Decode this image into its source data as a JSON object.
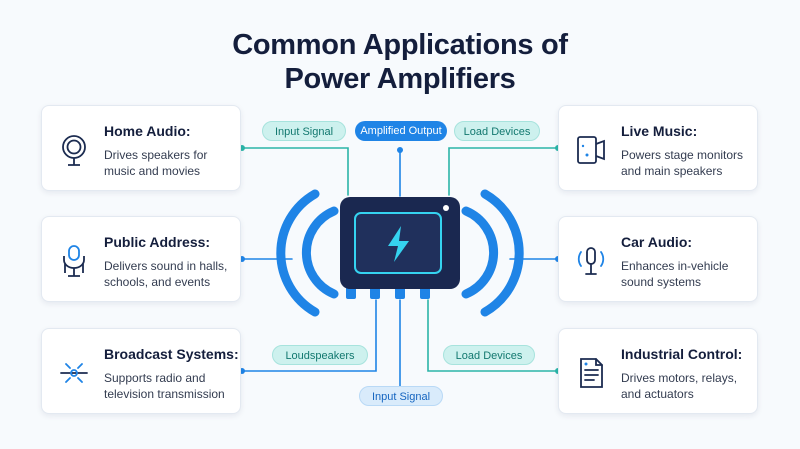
{
  "title": {
    "line1": "Common Applications of",
    "line2": "Power Amplifiers"
  },
  "colors": {
    "accent_blue": "#1f84e6",
    "teal": "#2bb5a8",
    "navy": "#141e3c",
    "bolt": "#35d3f0"
  },
  "center": {
    "icon": "amplifier-lightning-icon"
  },
  "labels": {
    "input_signal_top": "Input Signal",
    "amplified_output": "Amplified Output",
    "load_devices_top": "Load Devices",
    "loudspeakers": "Loudspeakers",
    "load_devices_bottom": "Load Devices",
    "input_signal_bottom": "Input Signal"
  },
  "cards": {
    "home_audio": {
      "title": "Home Audio:",
      "line1": "Drives speakers for",
      "line2": "music and movies",
      "icon": "speaker-icon"
    },
    "public_address": {
      "title": "Public Address:",
      "line1": "Delivers sound in halls,",
      "line2": "schools, and events",
      "icon": "microphone-stand-icon"
    },
    "broadcast": {
      "title": "Broadcast Systems:",
      "line1": "Supports radio and",
      "line2": "television transmission",
      "icon": "broadcast-antenna-icon"
    },
    "live_music": {
      "title": "Live Music:",
      "line1": "Powers stage monitors",
      "line2": "and main speakers",
      "icon": "stage-monitor-icon"
    },
    "car_audio": {
      "title": "Car Audio:",
      "line1": "Enhances in-vehicle",
      "line2": "sound systems",
      "icon": "car-audio-microphone-icon"
    },
    "industrial": {
      "title": "Industrial Control:",
      "line1": "Drives motors, relays,",
      "line2": "and actuators",
      "icon": "document-control-icon"
    }
  }
}
